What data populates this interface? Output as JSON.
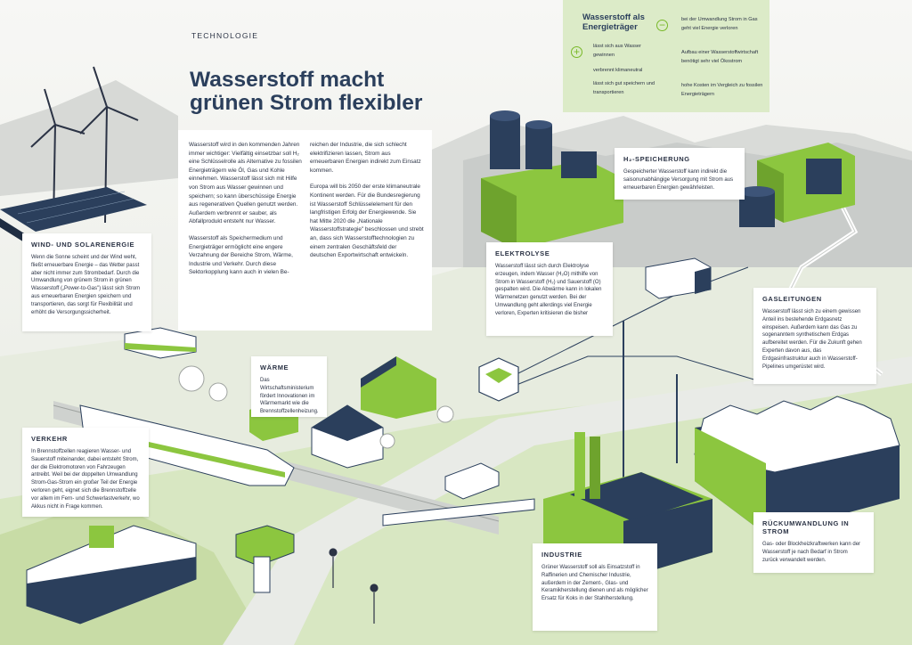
{
  "kicker": "TECHNOLOGIE",
  "title": "Wasserstoff macht grünen Strom flexibler",
  "intro": {
    "col1": [
      "Wasserstoff wird in den kommenden Jahren immer wichtiger: Vielfältig einsetzbar soll H₂ eine Schlüsselrolle als Alternative zu fossilen Energieträgern wie Öl, Gas und Kohle einnehmen. Wasserstoff lässt sich mit Hilfe von Strom aus Wasser gewinnen und speichern; so kann überschüssige Energie aus regenerativen Quellen genutzt werden. Außerdem verbrennt er sauber, als Abfallprodukt entsteht nur Wasser.",
      "Wasserstoff als Speichermedium und Energieträger ermöglicht eine engere Verzahnung der Bereiche Strom, Wärme, Industrie und Verkehr. Durch diese Sektorkopplung kann auch in vielen Be-"
    ],
    "col2": [
      "reichen der Industrie, die sich schlecht elektrifizieren lassen, Strom aus erneuerbaren Energien indirekt zum Einsatz kommen.",
      "Europa will bis 2050 der erste klimaneutrale Kontinent werden. Für die Bundesregierung ist Wasserstoff Schlüsselelement für den langfristigen Erfolg der Energiewende. Sie hat Mitte 2020 die „Nationale Wasserstoffstrategie\" beschlossen und strebt an, dass sich Wasserstofftechnologien zu einem zentralen Geschäftsfeld der deutschen Exportwirtschaft entwickeln."
    ]
  },
  "legend": {
    "title": "Wasserstoff als Energieträger",
    "plus_symbol": "+",
    "minus_symbol": "−",
    "pros": [
      "lässt sich aus Wasser gewinnen",
      "verbrennt klimaneutral",
      "lässt sich gut speichern und transportieren"
    ],
    "cons": [
      "bei der Umwandlung Strom in Gas geht viel Energie verloren",
      "Aufbau einer Wasserstoffwirtschaft benötigt sehr viel Ökostrom",
      "hohe Kosten im Vergleich zu fossilen Energieträgern"
    ]
  },
  "cards": {
    "wind": {
      "title": "WIND- UND SOLARENERGIE",
      "text": "Wenn die Sonne scheint und der Wind weht, fließt erneuerbare Energie – das Wetter passt aber nicht immer zum Strombedarf. Durch die Umwandlung von grünem Strom in grünen Wasserstoff („Power-to-Gas\") lässt sich Strom aus erneuerbaren Energien speichern und transportieren, das sorgt für Flexibilität und erhöht die Versorgungssicherheit."
    },
    "speicherung": {
      "title": "H₂-SPEICHERUNG",
      "text": "Gespeicherter Wasserstoff kann indirekt die saisonunabhängige Versorgung mit Strom aus erneuerbaren Energien gewährleisten."
    },
    "elektrolyse": {
      "title": "ELEKTROLYSE",
      "text": "Wasserstoff lässt sich durch Elektrolyse erzeugen, indem Wasser (H₂O) mithilfe von Strom in Wasserstoff (H₂) und Sauerstoff (O) gespalten wird. Die Abwärme kann in lokalen Wärmenetzen genutzt werden. Bei der Umwandlung geht allerdings viel Energie verloren, Experten kritisieren die bisher"
    },
    "gasleitungen": {
      "title": "GASLEITUNGEN",
      "text": "Wasserstoff lässt sich zu einem gewissen Anteil ins bestehende Erdgasnetz einspeisen. Außerdem kann das Gas zu sogenanntem synthetischem Erdgas aufbereitet werden. Für die Zukunft gehen Experten davon aus, das Erdgasinfrastruktur auch in Wasserstoff-Pipelines umgerüstet wird."
    },
    "waerme": {
      "title": "WÄRME",
      "text": "Das Wirtschaftsministerium fördert Innovationen im Wärmemarkt wie die Brennstoffzellenheizung."
    },
    "verkehr": {
      "title": "VERKEHR",
      "text": "In Brennstoffzellen reagieren Wasser- und Sauerstoff miteinander, dabei entsteht Strom, der die Elektromotoren von Fahrzeugen antreibt. Weil bei der doppelten Umwandlung Strom-Gas-Strom ein großer Teil der Energie verloren geht, eignet sich die Brennstoffzelle vor allem im Fern- und Schwerlastverkehr, wo Akkus nicht in Frage kommen."
    },
    "rueck": {
      "title": "RÜCKUMWANDLUNG IN STROM",
      "text": "Gas- oder Blockheizkraftwerken kann der Wasserstoff je nach Bedarf in Strom zurück verwandelt werden."
    },
    "industrie": {
      "title": "INDUSTRIE",
      "text": "Grüner Wasserstoff soll als Einsatzstoff in Raffinerien und Chemischer Industrie, außerdem in der Zement-, Glas- und Keramikherstellung dienen und als möglicher Ersatz für Koks in der Stahlherstellung."
    }
  },
  "colors": {
    "navy": "#2b3f5c",
    "green": "#8cc63f",
    "light_green": "#dcebc8",
    "grey": "#c8cbc8"
  }
}
